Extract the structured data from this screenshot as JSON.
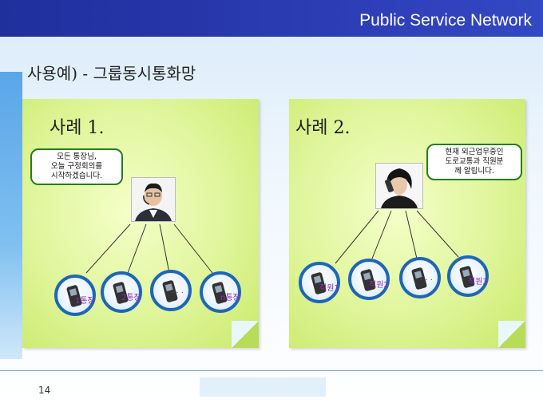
{
  "header": {
    "brand": "Public Service Network"
  },
  "heading": "사용예) - 그룹동시통화망",
  "case1": {
    "title": "사례 1.",
    "bubble": [
      "모든 통장님,",
      "오늘 구정회의를",
      "시작하겠습니다."
    ],
    "members": [
      "1통장",
      "2통장",
      "· · ·",
      "n통장"
    ]
  },
  "case2": {
    "title": "사례 2.",
    "bubble": [
      "현재 외근업무중인",
      "도로교통과 직원분",
      "께 알립니다."
    ],
    "members": [
      "직원1",
      "직원2",
      "· · ·",
      "직원3"
    ]
  },
  "footer": {
    "page": "14"
  },
  "colors": {
    "topbar": "#1f2f9c",
    "note": "#dff59a",
    "ring": "#1e66b8",
    "label": "#8a2db3"
  }
}
